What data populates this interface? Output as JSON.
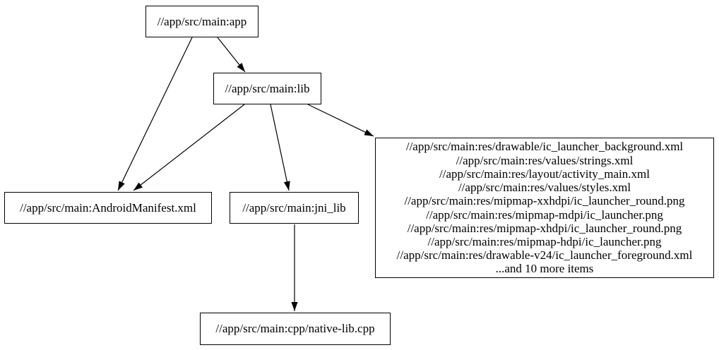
{
  "graph": {
    "nodes": {
      "app": {
        "label": "//app/src/main:app"
      },
      "lib": {
        "label": "//app/src/main:lib"
      },
      "manifest": {
        "label": "//app/src/main:AndroidManifest.xml"
      },
      "jni_lib": {
        "label": "//app/src/main:jni_lib"
      },
      "native_lib": {
        "label": "//app/src/main:cpp/native-lib.cpp"
      },
      "resources": {
        "lines": [
          "//app/src/main:res/drawable/ic_launcher_background.xml",
          "//app/src/main:res/values/strings.xml",
          "//app/src/main:res/layout/activity_main.xml",
          "//app/src/main:res/values/styles.xml",
          "//app/src/main:res/mipmap-xxhdpi/ic_launcher_round.png",
          "//app/src/main:res/mipmap-mdpi/ic_launcher.png",
          "//app/src/main:res/mipmap-xhdpi/ic_launcher_round.png",
          "//app/src/main:res/mipmap-hdpi/ic_launcher.png",
          "//app/src/main:res/drawable-v24/ic_launcher_foreground.xml",
          "...and 10 more items"
        ]
      }
    },
    "edges": [
      {
        "from": "app",
        "to": "lib"
      },
      {
        "from": "app",
        "to": "manifest"
      },
      {
        "from": "lib",
        "to": "manifest"
      },
      {
        "from": "lib",
        "to": "jni_lib"
      },
      {
        "from": "lib",
        "to": "resources"
      },
      {
        "from": "jni_lib",
        "to": "native_lib"
      }
    ],
    "colors": {
      "background": "#ffffff",
      "node_border": "#000000",
      "edge": "#000000",
      "text": "#000000"
    }
  }
}
